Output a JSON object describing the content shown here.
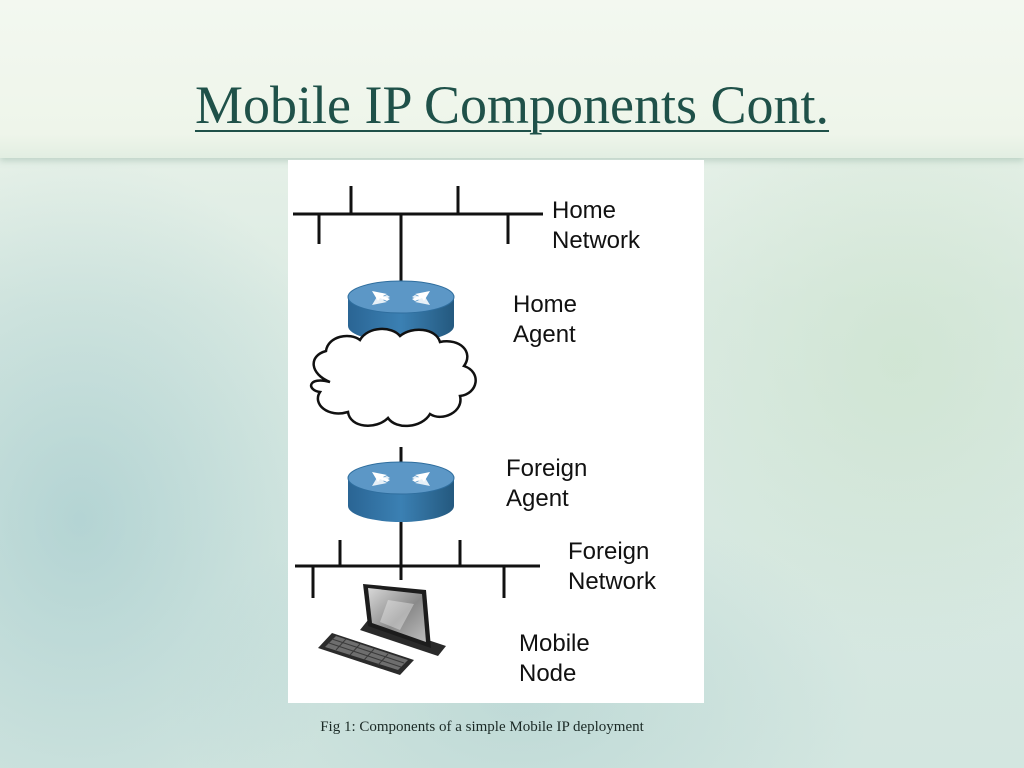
{
  "slide": {
    "title": "Mobile IP Components Cont.",
    "caption": "Fig 1: Components of a simple Mobile IP deployment"
  },
  "diagram": {
    "labels": {
      "home_network": [
        "Home",
        "Network"
      ],
      "home_agent": [
        "Home",
        "Agent"
      ],
      "foreign_agent": [
        "Foreign",
        "Agent"
      ],
      "foreign_network": [
        "Foreign",
        "Network"
      ],
      "mobile_node": [
        "Mobile",
        "Node"
      ]
    },
    "icons": {
      "router": "router-icon",
      "internet": "cloud-icon",
      "mobile_node": "computer-terminal-icon"
    },
    "colors": {
      "router_top": "#5a95c4",
      "router_side": "#2f6e9e",
      "line": "#111111"
    }
  }
}
